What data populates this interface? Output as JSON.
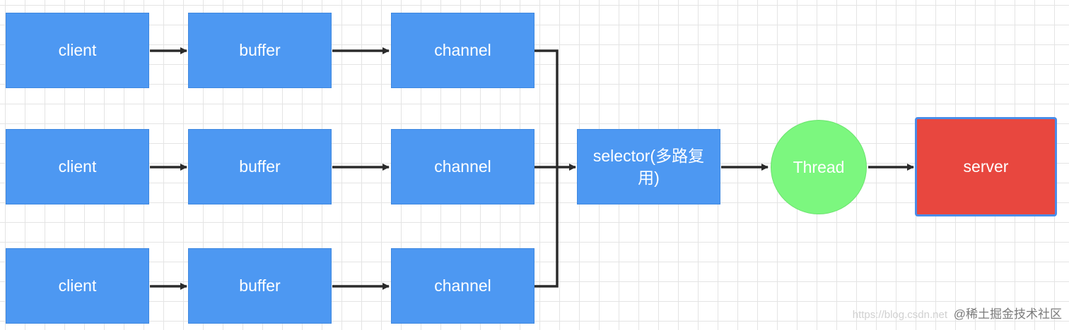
{
  "nodes": {
    "client_1": "client",
    "client_2": "client",
    "client_3": "client",
    "buffer_1": "buffer",
    "buffer_2": "buffer",
    "buffer_3": "buffer",
    "channel_1": "channel",
    "channel_2": "channel",
    "channel_3": "channel",
    "selector": "selector(多路复用)",
    "thread": "Thread",
    "server": "server"
  },
  "watermark": {
    "url": "https://blog.csdn.net",
    "brand": "@稀土掘金技术社区"
  },
  "colors": {
    "box_fill": "#4d98f2",
    "thread_fill": "#7cf77f",
    "server_fill": "#e8473f",
    "server_border": "#4a8ce8",
    "connector": "#2b2b2b"
  }
}
